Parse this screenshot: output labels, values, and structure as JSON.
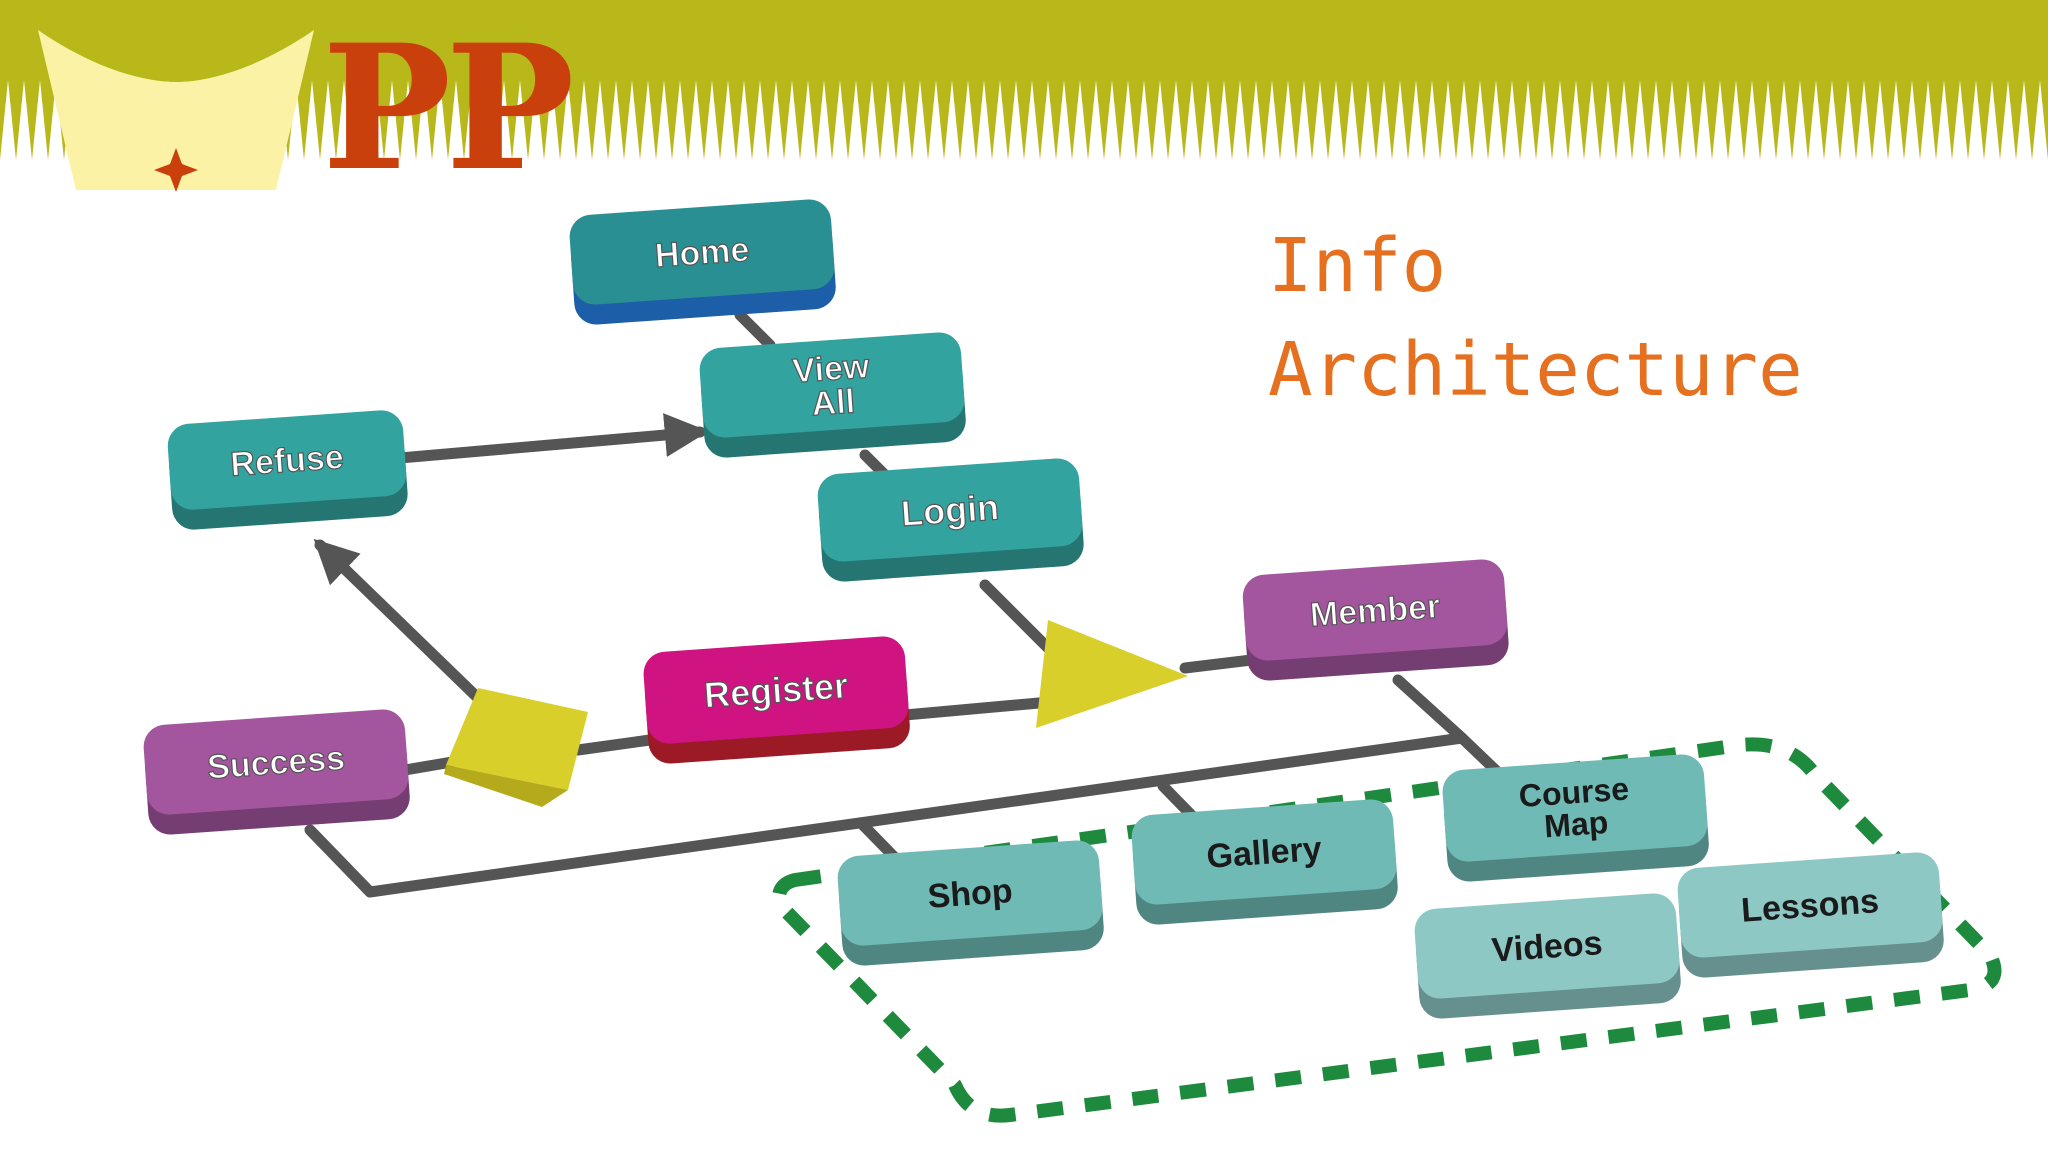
{
  "logo": {
    "letters": "PP",
    "colors": {
      "crown": "#fbf2a6",
      "star": "#c9400c",
      "letters": "#c9400c",
      "banner": "#b9b81a"
    }
  },
  "title": {
    "line1": "Info",
    "line2": "Architecture"
  },
  "nodes": {
    "home": {
      "label": "Home",
      "color": "#2a8f93"
    },
    "view_all": {
      "line1": "View",
      "line2": "All",
      "color": "#33a3a0"
    },
    "refuse": {
      "label": "Refuse",
      "color": "#33a3a0"
    },
    "login": {
      "label": "Login",
      "color": "#33a3a0"
    },
    "member": {
      "label": "Member",
      "color": "#a3569e"
    },
    "register": {
      "label": "Register",
      "color": "#cf1380"
    },
    "success": {
      "label": "Success",
      "color": "#a3569e"
    },
    "shop": {
      "label": "Shop",
      "color": "#6fbab5"
    },
    "gallery": {
      "label": "Gallery",
      "color": "#6fbab5"
    },
    "course_map": {
      "line1": "Course",
      "line2": "Map",
      "color": "#6fbab5"
    },
    "videos": {
      "label": "Videos",
      "color": "#8ec8c4"
    },
    "lessons": {
      "label": "Lessons",
      "color": "#8ec8c4"
    }
  },
  "colors": {
    "connector": "#555555",
    "decision": "#d8cf2a",
    "group_border": "#1e8a3e"
  }
}
